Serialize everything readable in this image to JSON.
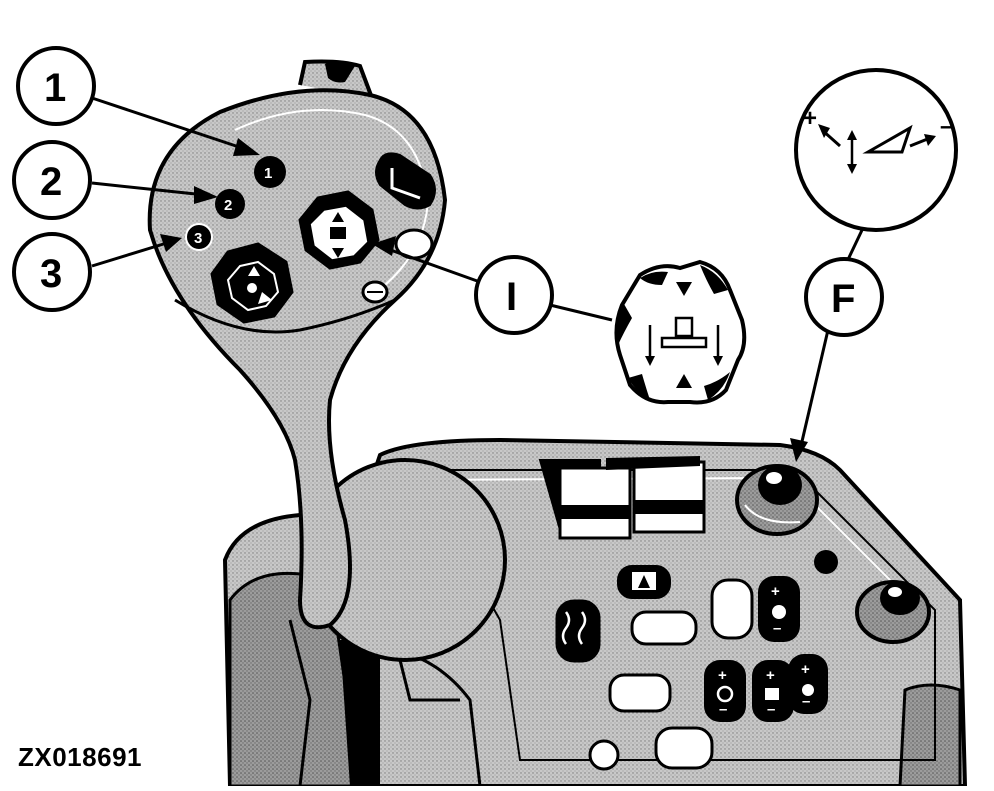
{
  "figure_id": "ZX018691",
  "callouts": {
    "c1": "1",
    "c2": "2",
    "c3": "3",
    "cI": "I",
    "cF": "F"
  },
  "handle_buttons": {
    "b1": "1",
    "b2": "2",
    "b3": "3"
  },
  "detail_symbol": {
    "plus": "+",
    "minus": "–"
  },
  "colors": {
    "ink": "#000000",
    "paper": "#ffffff",
    "shade": "#bdbdbd",
    "shade_dark": "#8c8c8c"
  }
}
